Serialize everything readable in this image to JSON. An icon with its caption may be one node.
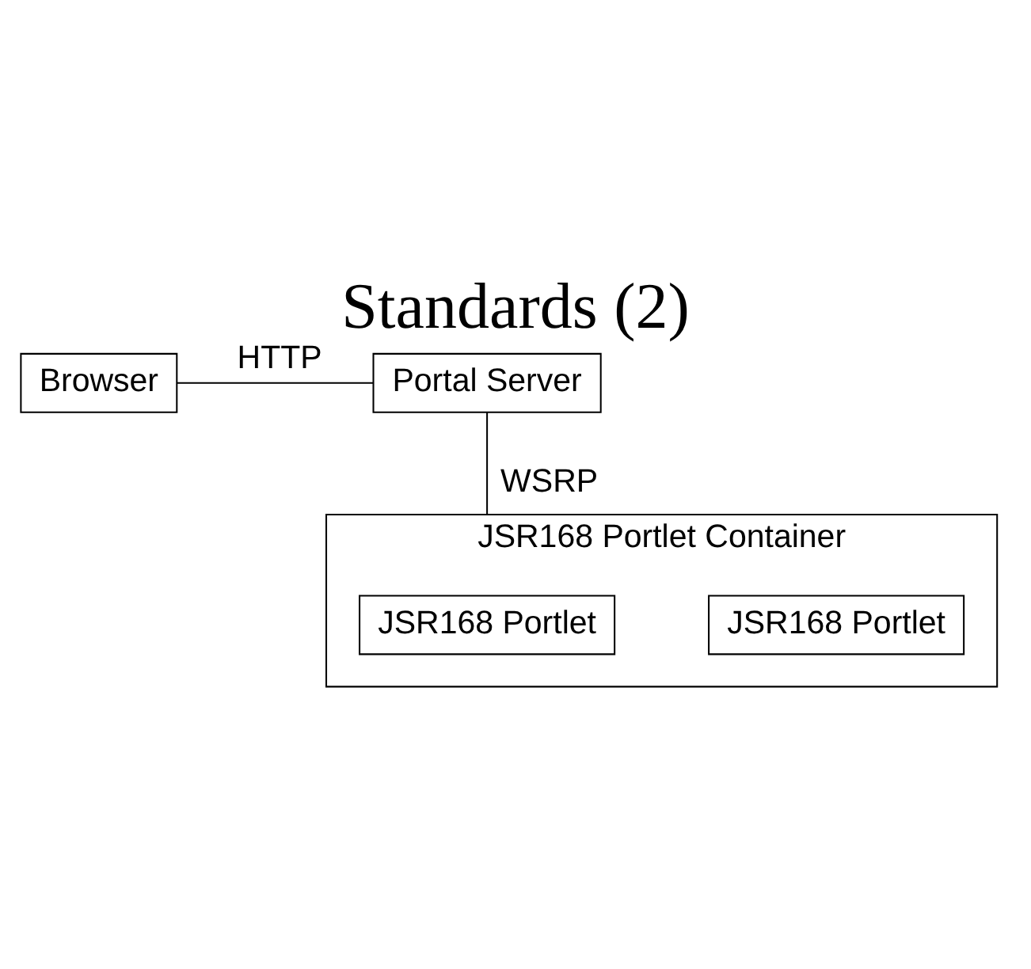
{
  "diagram": {
    "title": "Standards (2)",
    "nodes": [
      {
        "text": [
          "Browser"
        ]
      },
      {
        "text": [
          "Portal Server"
        ]
      },
      {
        "text": [
          "JSR168 Portlet Container"
        ]
      },
      {
        "text": [
          "JSR168 Portlet"
        ],
        "in": 2
      },
      {
        "text": [
          "JSR168 Portlet"
        ],
        "in": 2
      }
    ],
    "edges": [
      {
        "from": 0,
        "to": 1,
        "arrow": "none",
        "label": "HTTP"
      },
      {
        "from": 1,
        "to": 2,
        "arrow": "none",
        "label": "WSRP"
      }
    ]
  }
}
